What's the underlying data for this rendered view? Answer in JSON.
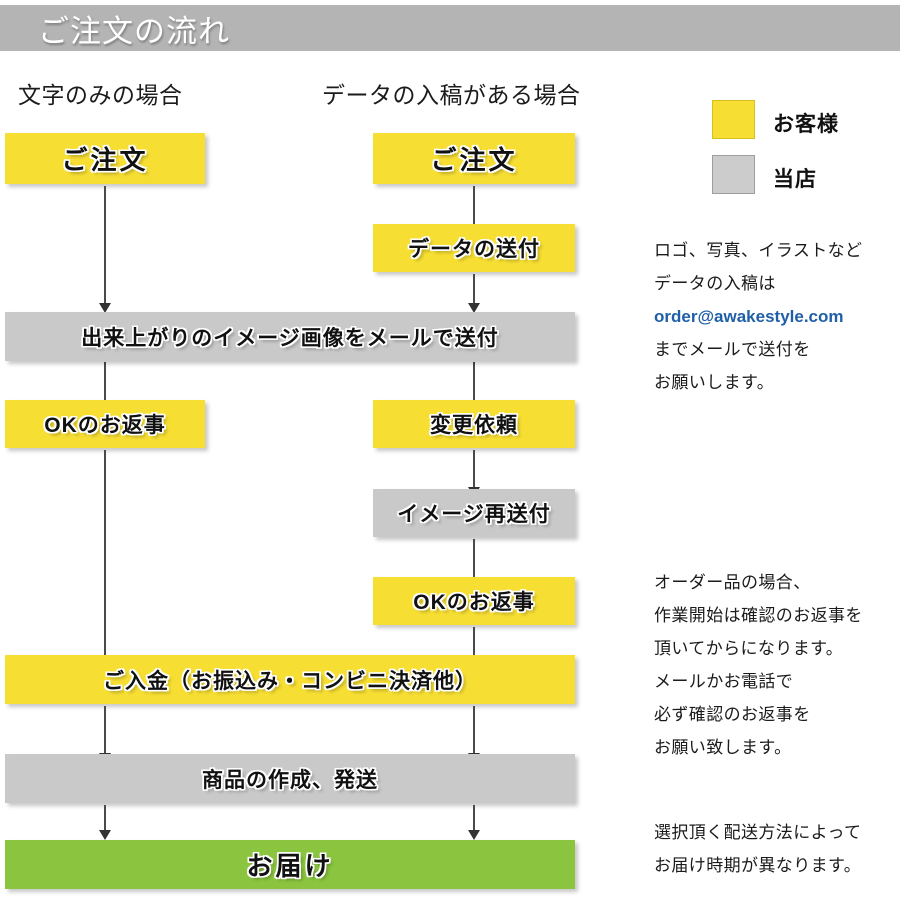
{
  "header": {
    "title": "ご注文の流れ"
  },
  "columns": {
    "left_caption": "文字のみの場合",
    "right_caption": "データの入稿がある場合"
  },
  "legend": {
    "items": [
      {
        "label": "お客様",
        "color": "#f6de33",
        "meaning": "customer"
      },
      {
        "label": "当店",
        "color": "#cccccc",
        "meaning": "store"
      }
    ]
  },
  "flow": {
    "left": [
      {
        "label": "ご注文",
        "fill": "yellow"
      },
      {
        "label": "OKのお返事",
        "fill": "yellow"
      }
    ],
    "right": [
      {
        "label": "ご注文",
        "fill": "yellow"
      },
      {
        "label": "データの送付",
        "fill": "yellow"
      },
      {
        "label": "変更依頼",
        "fill": "yellow"
      },
      {
        "label": "イメージ再送付",
        "fill": "gray"
      },
      {
        "label": "OKのお返事",
        "fill": "yellow"
      }
    ],
    "shared": [
      {
        "label": "出来上がりのイメージ画像をメールで送付",
        "fill": "gray"
      },
      {
        "label": "ご入金（お振込み・コンビニ決済他）",
        "fill": "yellow"
      },
      {
        "label": "商品の作成、発送",
        "fill": "gray"
      },
      {
        "label": "お届け",
        "fill": "green"
      }
    ]
  },
  "notes": {
    "data_submission": {
      "lines": [
        "ロゴ、写真、イラストなど",
        "データの入稿は"
      ],
      "email": "order@awakestyle.com",
      "lines_after": [
        "までメールで送付を",
        "お願いします。"
      ]
    },
    "order_confirm": {
      "lines": [
        "オーダー品の場合、",
        "作業開始は確認のお返事を",
        "頂いてからになります。",
        "メールかお電話で",
        "必ず確認のお返事を",
        "お願い致します。"
      ]
    },
    "shipping": {
      "lines": [
        "選択頂く配送方法によって",
        "お届け時期が異なります。"
      ]
    }
  }
}
